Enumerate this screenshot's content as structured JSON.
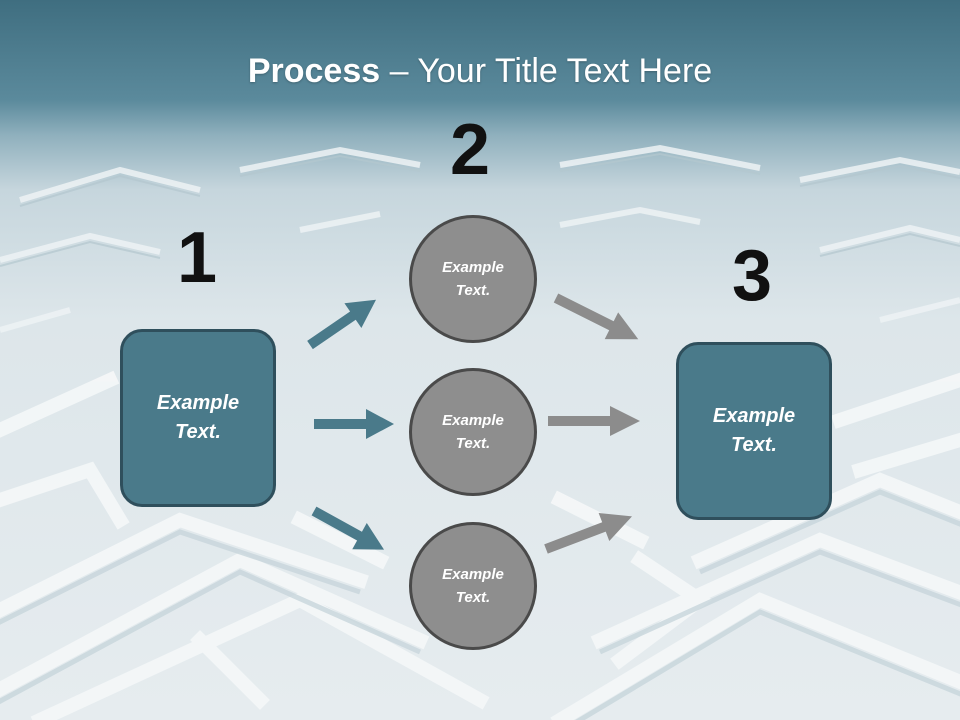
{
  "slide": {
    "title_bold": "Process",
    "title_rest": " – Your Title Text Here",
    "steps": [
      {
        "number": "1",
        "text": "Example Text."
      },
      {
        "number": "2",
        "items": [
          "Example Text.",
          "Example Text.",
          "Example Text."
        ]
      },
      {
        "number": "3",
        "text": "Example Text."
      }
    ]
  },
  "colors": {
    "box_fill": "#4a7a8a",
    "box_border": "#2f4f5c",
    "circle_fill": "#8e8e8e",
    "arrow_teal": "#4a7a8a",
    "arrow_gray": "#8c8c8c",
    "header": "#3f6e80"
  }
}
